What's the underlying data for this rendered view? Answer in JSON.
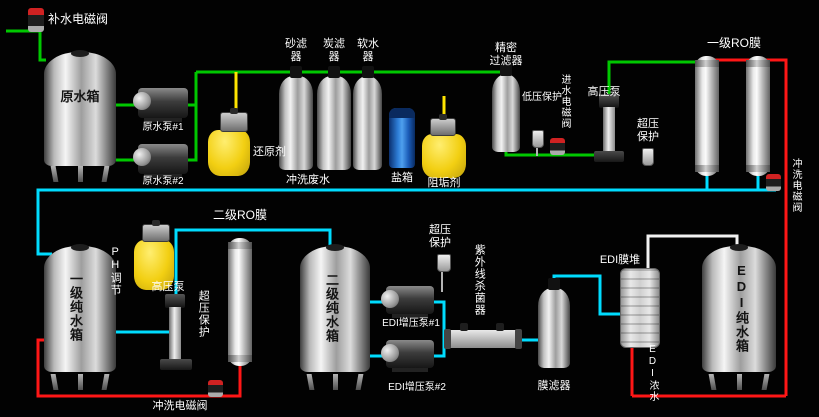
{
  "colors": {
    "green": "#00c800",
    "cyan": "#00dcff",
    "red": "#ff1616",
    "yellow": "#ffe400",
    "white_pipe": "#f2f2f2",
    "yellow_tank": "#f2cf12",
    "blue_tank": "#2f7fd8",
    "background": "#020202"
  },
  "labels": {
    "makeup_valve": "补水电磁阀",
    "raw_tank": "原水箱",
    "raw_pump1": "原水泵#1",
    "raw_pump2": "原水泵#2",
    "reducer": "还原剂",
    "sand_filter": "砂滤\n器",
    "carbon_filter": "炭滤\n器",
    "softener": "软水\n器",
    "flush_waste": "冲洗废水",
    "salt_tank": "盐箱",
    "antiscalant": "阻垢剂",
    "precision_filter": "精密\n过滤器",
    "low_pressure": "低压保护",
    "inlet_valve": "进水电磁阀",
    "hp_pump_top": "高压泵",
    "overpressure_top": "超压\n保护",
    "ro1": "一级RO膜",
    "flush_valve_right": "冲洗电磁阀",
    "ro2": "二级RO膜",
    "ph_dosing": "PH调节",
    "hp_pump_bottom": "高压泵",
    "overpressure_left": "超压保护",
    "tank1": "一级纯水箱",
    "flush_valve_bottom": "冲洗电磁阀",
    "tank2": "二级纯水箱",
    "edi_pump1": "EDI增压泵#1",
    "edi_pump2": "EDI增压泵#2",
    "overpressure_mid": "超压\n保护",
    "uv": "紫外线杀菌器",
    "membrane_filter": "膜滤器",
    "edi_stack": "EDI膜堆",
    "edi_concentrate": "EDI浓水",
    "edi_tank": "EDI纯水箱"
  }
}
